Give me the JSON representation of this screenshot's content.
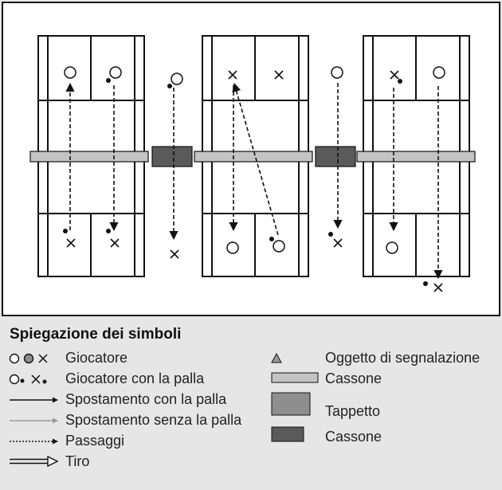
{
  "colors": {
    "light_box": "#c4c4c4",
    "dark_box": "#5a5a5a",
    "mat": "#8e8e8e",
    "line": "#111111",
    "grey_arrow": "#999999",
    "panel_bg": "#ffffff",
    "legend_bg": "#e6e6e6"
  },
  "legend": {
    "title": "Spiegazione dei simboli",
    "items": {
      "player": "Giocatore",
      "player_with_ball": "Giocatore con la palla",
      "move_with_ball": "Spostamento con la palla",
      "move_without_ball": "Spostamento senza la palla",
      "passes": "Passaggi",
      "shot": "Tiro",
      "signal_object": "Oggetto di segnalazione",
      "light_box": "Cassone",
      "mat": "Tappetto",
      "dark_box": "Cassone"
    },
    "icons": {
      "player": [
        "circle-icon",
        "grey-circle-icon",
        "cross-icon"
      ],
      "player_with_ball": [
        "circle-with-ball-icon",
        "cross-with-ball-icon"
      ],
      "move_with_ball": "solid-arrow-icon",
      "move_without_ball": "grey-arrow-icon",
      "passes": "dotted-arrow-icon",
      "shot": "double-arrow-icon",
      "signal_object": "triangle-icon",
      "light_box": "light-box-icon",
      "mat": "mat-icon",
      "dark_box": "dark-box-icon"
    }
  }
}
